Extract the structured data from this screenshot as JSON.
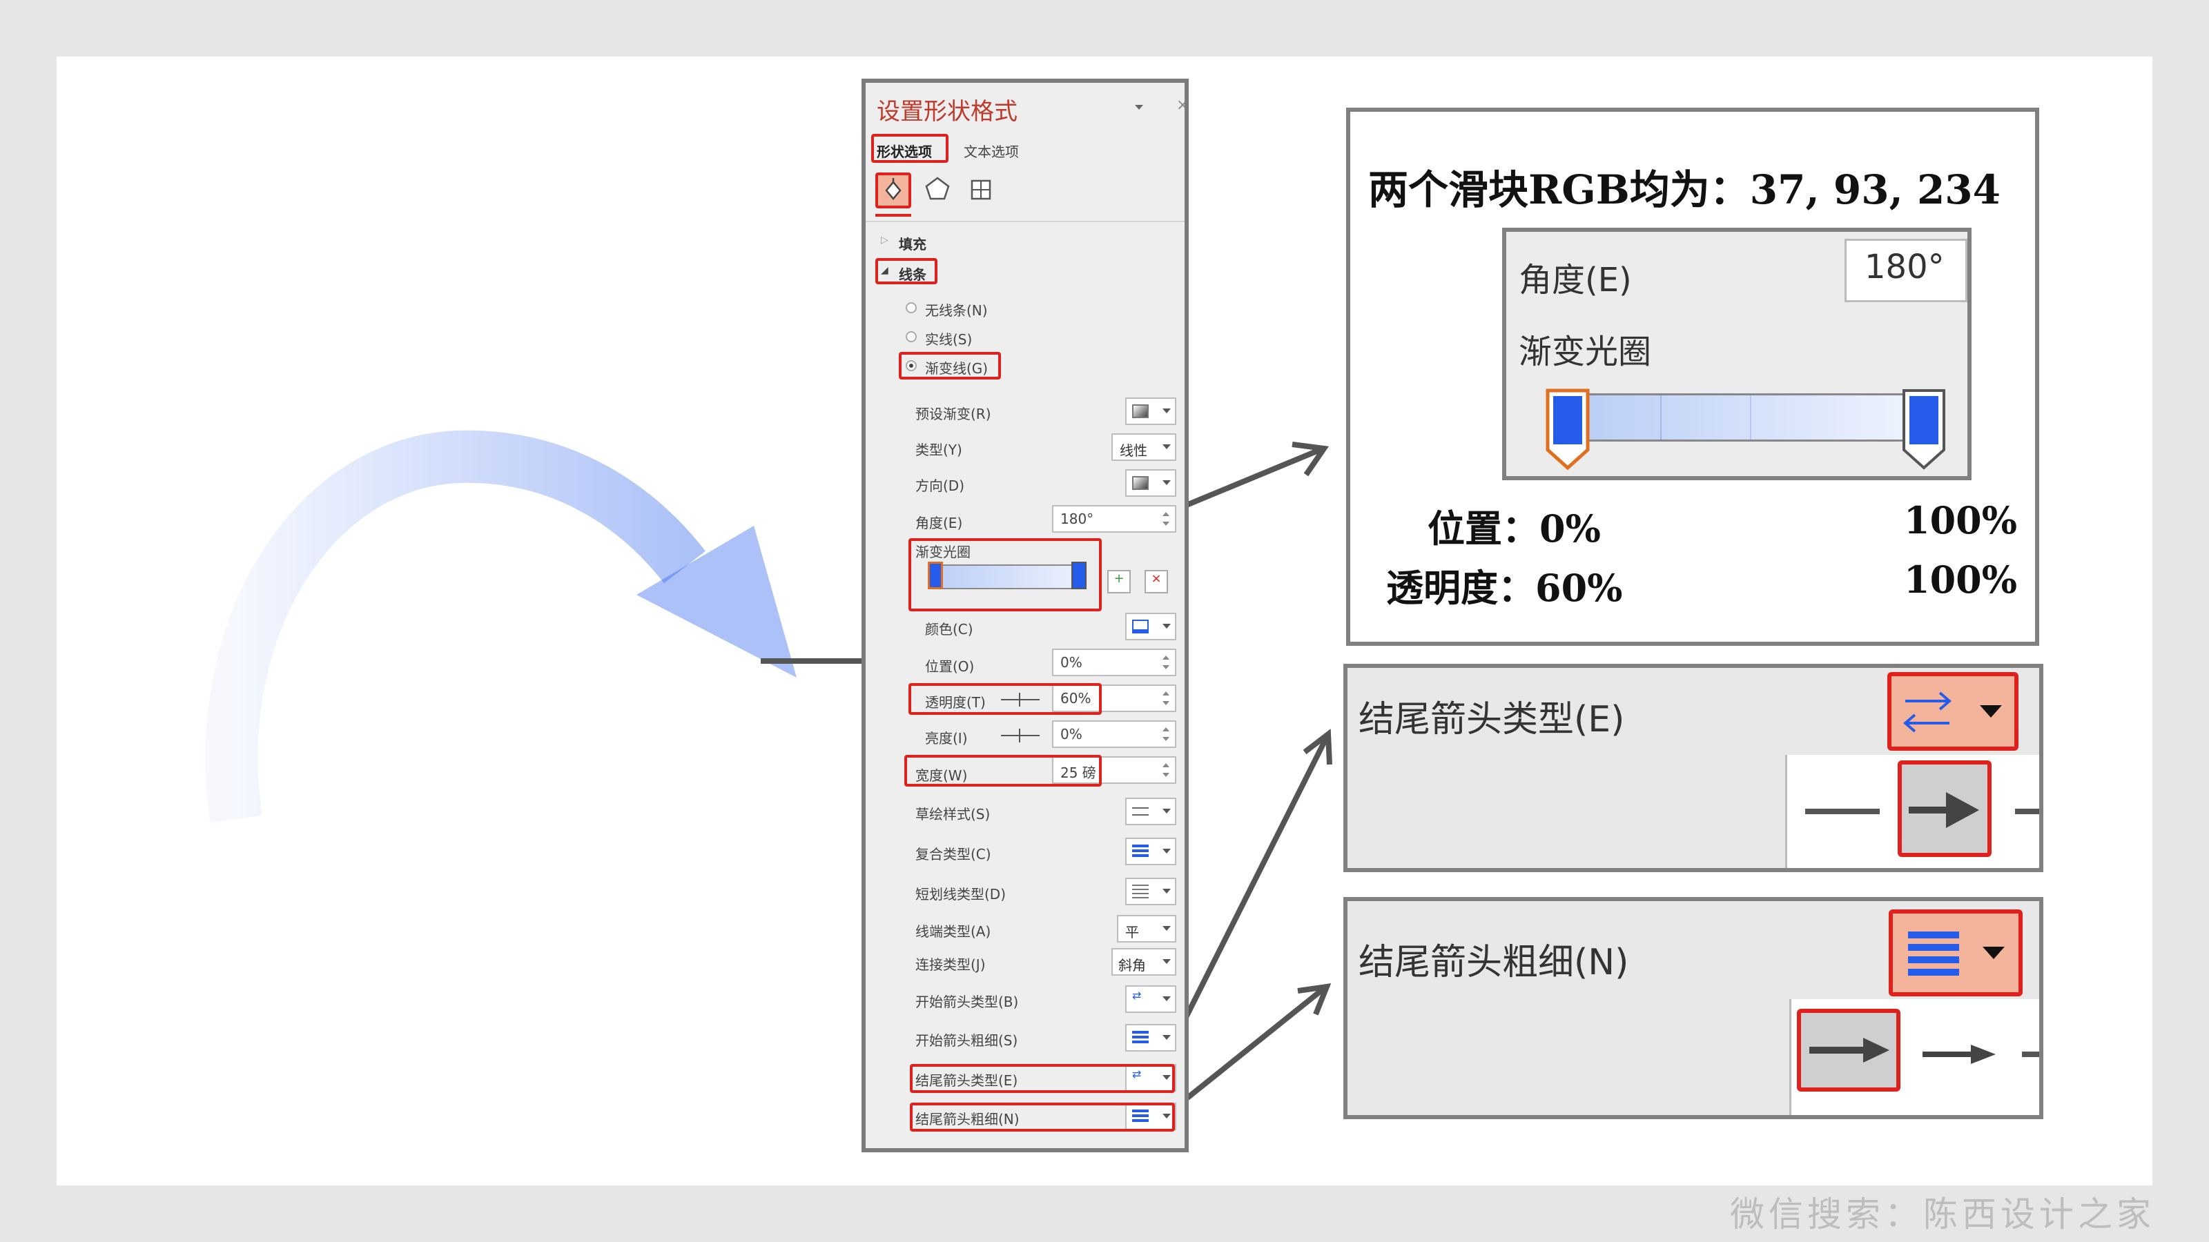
{
  "watermark": "微信搜索：陈西设计之家",
  "panel": {
    "title": "设置形状格式",
    "tabs": [
      "形状选项",
      "文本选项"
    ],
    "icons": [
      "fill-line-icon",
      "effects-pentagon-icon",
      "size-properties-icon"
    ],
    "sections": {
      "fill": "填充",
      "line": "线条"
    },
    "line_options": [
      {
        "label": "无线条(N)",
        "selected": false
      },
      {
        "label": "实线(S)",
        "selected": false
      },
      {
        "label": "渐变线(G)",
        "selected": true
      }
    ],
    "preset_gradient": "预设渐变(R)",
    "type_label": "类型(Y)",
    "type_value": "线性",
    "direction_label": "方向(D)",
    "angle_label": "角度(E)",
    "angle_value": "180°",
    "stops_label": "渐变光圈",
    "color_label": "颜色(C)",
    "position_label": "位置(O)",
    "position_value": "0%",
    "transparency_label": "透明度(T)",
    "transparency_value": "60%",
    "brightness_label": "亮度(I)",
    "brightness_value": "0%",
    "width_label": "宽度(W)",
    "width_value": "25 磅",
    "sketch_label": "草绘样式(S)",
    "compound_label": "复合类型(C)",
    "dash_label": "短划线类型(D)",
    "cap_label": "线端类型(A)",
    "cap_value": "平",
    "join_label": "连接类型(J)",
    "join_value": "斜角",
    "begin_arrow_type_label": "开始箭头类型(B)",
    "begin_arrow_size_label": "开始箭头粗细(S)",
    "end_arrow_type_label": "结尾箭头类型(E)",
    "end_arrow_size_label": "结尾箭头粗细(N)"
  },
  "callout_gradient": {
    "heading": "两个滑块RGB均为：37, 93, 234",
    "angle_label": "角度(E)",
    "angle_value": "180°",
    "stops_label": "渐变光圈",
    "position_label": "位置：0%",
    "position_right": "100%",
    "transparency_label": "透明度：60%",
    "transparency_right": "100%",
    "stop_color": "#255dea"
  },
  "callout_arrow_type": {
    "label": "结尾箭头类型(E)"
  },
  "callout_arrow_size": {
    "label": "结尾箭头粗细(N)"
  },
  "colors": {
    "accent_red": "#e0201c",
    "stop_blue": "#255dea",
    "highlight": "#f4b49c"
  }
}
